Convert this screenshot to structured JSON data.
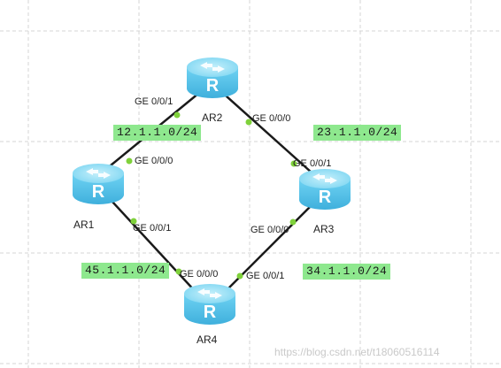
{
  "routers": [
    {
      "name": "AR1"
    },
    {
      "name": "AR2"
    },
    {
      "name": "AR3"
    },
    {
      "name": "AR4"
    }
  ],
  "interfaces": {
    "ar2_ge001": "GE 0/0/1",
    "ar2_ge000": "GE 0/0/0",
    "ar1_ge000": "GE 0/0/0",
    "ar1_ge001": "GE 0/0/1",
    "ar3_ge001": "GE 0/0/1",
    "ar3_ge000": "GE 0/0/0",
    "ar4_ge000": "GE 0/0/0",
    "ar4_ge001": "GE 0/0/1"
  },
  "networks": {
    "ar1_ar2": "12.1.1.0/24",
    "ar2_ar3": "23.1.1.0/24",
    "ar3_ar4": "34.1.1.0/24",
    "ar1_ar4": "45.1.1.0/24"
  },
  "watermark": "https://blog.csdn.net/t18060516114",
  "colors": {
    "router_body": "#5ec8ee",
    "router_top": "#9fe2f7",
    "link": "#1a1a1a",
    "port_dot": "#7fd13b",
    "network_bg": "#8ee88e",
    "grid": "#d6d6d6"
  }
}
